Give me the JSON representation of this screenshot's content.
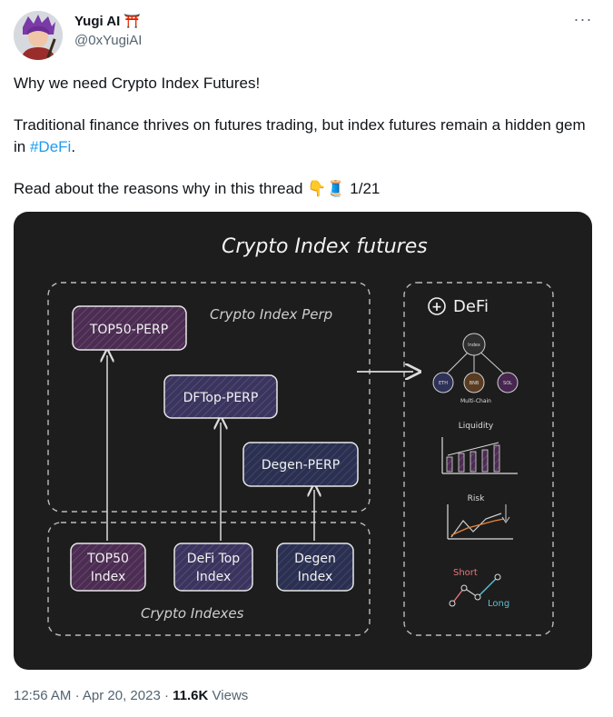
{
  "tweet": {
    "author_name": "Yugi AI",
    "author_handle": "@0xYugiAI",
    "author_emoji": "⛩️",
    "line1": "Why we need Crypto Index Futures!",
    "line2_start": "Traditional finance thrives on futures trading, but index futures remain a hidden gem in ",
    "hashtag": "#DeFi",
    "line2_end": ".",
    "line3_start": "Read about the reasons why in this thread ",
    "line3_emoji": "👇🧵",
    "line3_end": " 1/21",
    "more_label": "···",
    "time": "12:56 AM",
    "date": "Apr 20, 2023",
    "views_count": "11.6K",
    "views_label": "Views",
    "separator": "·"
  },
  "diagram": {
    "title": "Crypto Index futures",
    "perp_group_label": "Crypto Index Perp",
    "index_group_label": "Crypto Indexes",
    "perps": [
      "TOP50-PERP",
      "DFTop-PERP",
      "Degen-PERP"
    ],
    "indexes": [
      {
        "line1": "TOP50",
        "line2": "Index"
      },
      {
        "line1": "DeFi Top",
        "line2": "Index"
      },
      {
        "line1": "Degen",
        "line2": "Index"
      }
    ],
    "defi_title": "DeFi",
    "defi_plus": "+",
    "network_center": "Index",
    "network_nodes": [
      "ETH",
      "BNB",
      "SOL"
    ],
    "network_label": "Multi-Chain",
    "liquidity_label": "Liquidity",
    "risk_label": "Risk",
    "short_label": "Short",
    "long_label": "Long",
    "colors": {
      "background": "#1d1d1d",
      "box_purple": "#4a2d50",
      "box_indigo": "#3a355c",
      "box_navy": "#2b3050",
      "short": "#e8767a",
      "long": "#5fbfd2",
      "risk_line": "#e8863a"
    }
  }
}
